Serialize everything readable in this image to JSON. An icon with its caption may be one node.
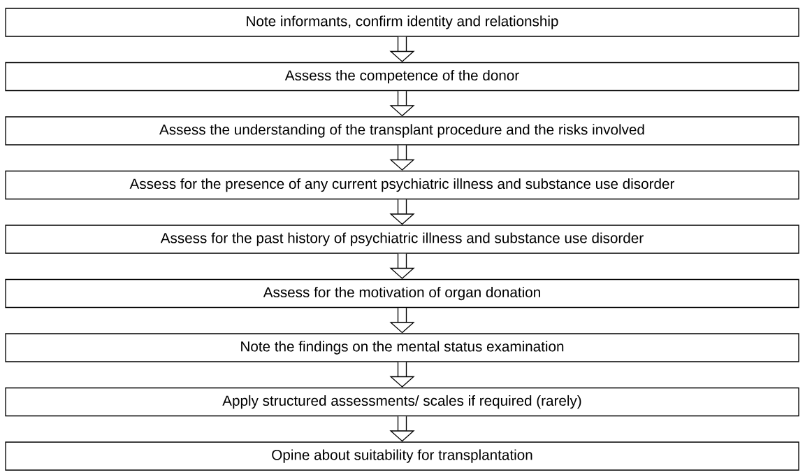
{
  "diagram": {
    "nodes": [
      {
        "text": [
          "Note informants, confirm identity and relationship"
        ]
      },
      {
        "text": [
          "Assess the competence of the donor"
        ]
      },
      {
        "text": [
          "Assess the understanding of the transplant procedure and the risks involved"
        ]
      },
      {
        "text": [
          "Assess for the presence of any current psychiatric illness and substance use disorder"
        ]
      },
      {
        "text": [
          "Assess for the past history of psychiatric illness and substance use disorder"
        ]
      },
      {
        "text": [
          "Assess for the motivation of organ donation"
        ]
      },
      {
        "text": [
          "Note the findings on the mental status examination"
        ]
      },
      {
        "text": [
          "Apply structured assessments/ scales if required (rarely)"
        ]
      },
      {
        "text": [
          "Opine about suitability for transplantation"
        ]
      }
    ],
    "edges": [
      {
        "from": 0,
        "to": 1,
        "arrow": "to"
      },
      {
        "from": 1,
        "to": 2,
        "arrow": "to"
      },
      {
        "from": 2,
        "to": 3,
        "arrow": "to"
      },
      {
        "from": 3,
        "to": 4,
        "arrow": "to"
      },
      {
        "from": 4,
        "to": 5,
        "arrow": "to"
      },
      {
        "from": 5,
        "to": 6,
        "arrow": "to"
      },
      {
        "from": 6,
        "to": 7,
        "arrow": "to"
      },
      {
        "from": 7,
        "to": 8,
        "arrow": "to"
      }
    ]
  }
}
